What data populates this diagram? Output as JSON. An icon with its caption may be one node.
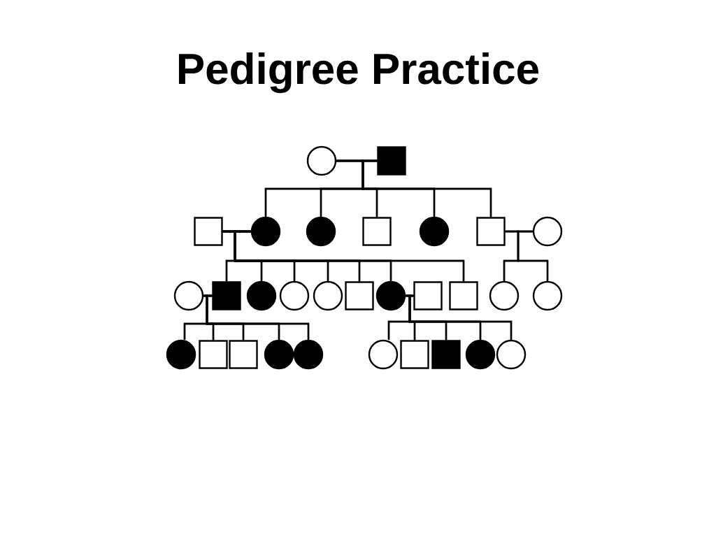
{
  "diagram": {
    "title": "Pedigree Practice",
    "nodes": [
      {
        "text": [],
        "shape": "circle"
      },
      {
        "text": [],
        "shape": "box"
      },
      {
        "text": [],
        "shape": "box"
      },
      {
        "text": [],
        "shape": "circle"
      },
      {
        "text": [],
        "shape": "circle"
      },
      {
        "text": [],
        "shape": "box"
      },
      {
        "text": [],
        "shape": "circle"
      },
      {
        "text": [],
        "shape": "box"
      },
      {
        "text": [],
        "shape": "circle"
      },
      {
        "text": [],
        "shape": "circle"
      },
      {
        "text": [],
        "shape": "box"
      },
      {
        "text": [],
        "shape": "circle"
      },
      {
        "text": [],
        "shape": "circle"
      },
      {
        "text": [],
        "shape": "circle"
      },
      {
        "text": [],
        "shape": "box"
      },
      {
        "text": [],
        "shape": "circle"
      },
      {
        "text": [],
        "shape": "box"
      },
      {
        "text": [],
        "shape": "box"
      },
      {
        "text": [],
        "shape": "circle"
      },
      {
        "text": [],
        "shape": "circle"
      },
      {
        "text": [],
        "shape": "circle"
      },
      {
        "text": [],
        "shape": "box"
      },
      {
        "text": [],
        "shape": "box"
      },
      {
        "text": [],
        "shape": "circle"
      },
      {
        "text": [],
        "shape": "circle"
      },
      {
        "text": [],
        "shape": "circle"
      },
      {
        "text": [],
        "shape": "box"
      },
      {
        "text": [],
        "shape": "box"
      },
      {
        "text": [],
        "shape": "circle"
      },
      {
        "text": [],
        "shape": "circle"
      }
    ],
    "edges": [
      {
        "from": 0,
        "to": 1,
        "arrow": "none"
      },
      {
        "from": 0,
        "to": 3,
        "arrow": "none"
      },
      {
        "from": 0,
        "to": 4,
        "arrow": "none"
      },
      {
        "from": 0,
        "to": 5,
        "arrow": "none"
      },
      {
        "from": 0,
        "to": 6,
        "arrow": "none"
      },
      {
        "from": 0,
        "to": 7,
        "arrow": "none"
      },
      {
        "from": 1,
        "to": 3,
        "arrow": "none"
      },
      {
        "from": 1,
        "to": 4,
        "arrow": "none"
      },
      {
        "from": 1,
        "to": 5,
        "arrow": "none"
      },
      {
        "from": 1,
        "to": 6,
        "arrow": "none"
      },
      {
        "from": 1,
        "to": 7,
        "arrow": "none"
      },
      {
        "from": 2,
        "to": 3,
        "arrow": "none"
      },
      {
        "from": 2,
        "to": 10,
        "arrow": "none"
      },
      {
        "from": 2,
        "to": 11,
        "arrow": "none"
      },
      {
        "from": 2,
        "to": 12,
        "arrow": "none"
      },
      {
        "from": 2,
        "to": 13,
        "arrow": "none"
      },
      {
        "from": 2,
        "to": 14,
        "arrow": "none"
      },
      {
        "from": 2,
        "to": 15,
        "arrow": "none"
      },
      {
        "from": 2,
        "to": 17,
        "arrow": "none"
      },
      {
        "from": 3,
        "to": 10,
        "arrow": "none"
      },
      {
        "from": 3,
        "to": 11,
        "arrow": "none"
      },
      {
        "from": 3,
        "to": 12,
        "arrow": "none"
      },
      {
        "from": 3,
        "to": 13,
        "arrow": "none"
      },
      {
        "from": 3,
        "to": 14,
        "arrow": "none"
      },
      {
        "from": 3,
        "to": 15,
        "arrow": "none"
      },
      {
        "from": 3,
        "to": 17,
        "arrow": "none"
      },
      {
        "from": 7,
        "to": 8,
        "arrow": "none"
      },
      {
        "from": 7,
        "to": 18,
        "arrow": "none"
      },
      {
        "from": 7,
        "to": 19,
        "arrow": "none"
      },
      {
        "from": 8,
        "to": 18,
        "arrow": "none"
      },
      {
        "from": 8,
        "to": 19,
        "arrow": "none"
      },
      {
        "from": 9,
        "to": 10,
        "arrow": "none"
      },
      {
        "from": 9,
        "to": 20,
        "arrow": "none"
      },
      {
        "from": 9,
        "to": 21,
        "arrow": "none"
      },
      {
        "from": 9,
        "to": 22,
        "arrow": "none"
      },
      {
        "from": 9,
        "to": 23,
        "arrow": "none"
      },
      {
        "from": 9,
        "to": 24,
        "arrow": "none"
      },
      {
        "from": 10,
        "to": 20,
        "arrow": "none"
      },
      {
        "from": 10,
        "to": 21,
        "arrow": "none"
      },
      {
        "from": 10,
        "to": 22,
        "arrow": "none"
      },
      {
        "from": 10,
        "to": 23,
        "arrow": "none"
      },
      {
        "from": 10,
        "to": 24,
        "arrow": "none"
      },
      {
        "from": 15,
        "to": 16,
        "arrow": "none"
      },
      {
        "from": 15,
        "to": 25,
        "arrow": "none"
      },
      {
        "from": 15,
        "to": 26,
        "arrow": "none"
      },
      {
        "from": 15,
        "to": 27,
        "arrow": "none"
      },
      {
        "from": 15,
        "to": 28,
        "arrow": "none"
      },
      {
        "from": 15,
        "to": 29,
        "arrow": "none"
      },
      {
        "from": 16,
        "to": 25,
        "arrow": "none"
      },
      {
        "from": 16,
        "to": 26,
        "arrow": "none"
      },
      {
        "from": 16,
        "to": 27,
        "arrow": "none"
      },
      {
        "from": 16,
        "to": 28,
        "arrow": "none"
      },
      {
        "from": 16,
        "to": 29,
        "arrow": "none"
      }
    ]
  }
}
